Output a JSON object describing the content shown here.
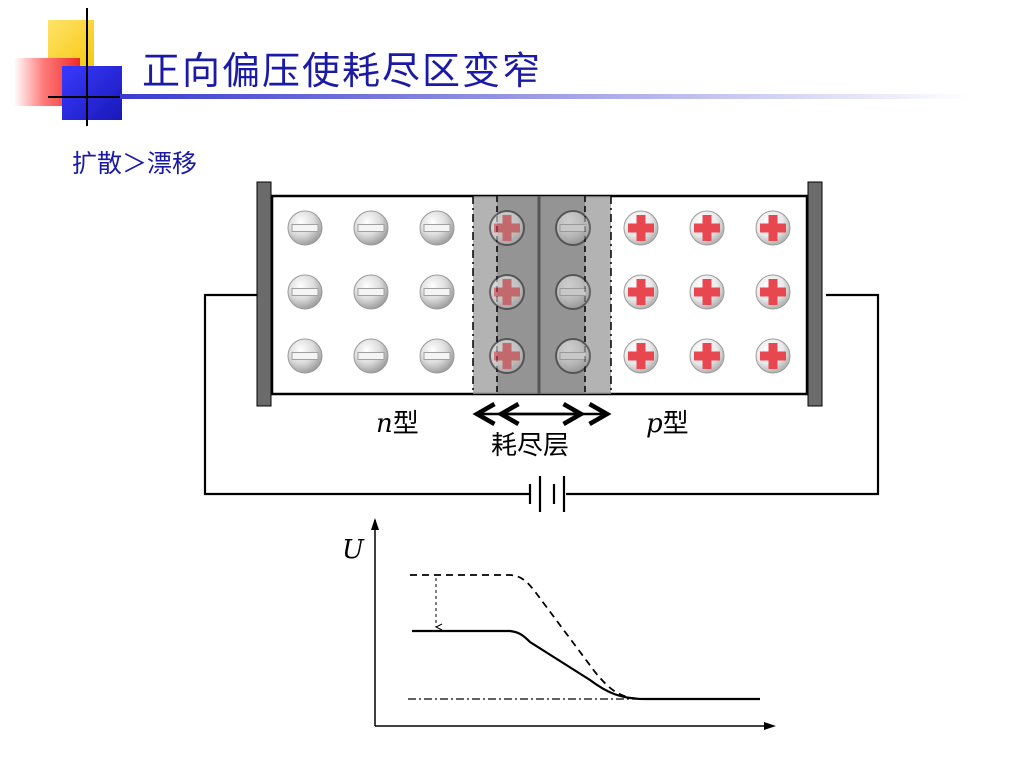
{
  "slide": {
    "title": "正向偏压使耗尽区变窄",
    "subtitle": "扩散＞漂移"
  },
  "diagram": {
    "n_region_label_italic": "n",
    "n_region_label_suffix": "型",
    "p_region_label_italic": "p",
    "p_region_label_suffix": "型",
    "depletion_label": "耗尽层",
    "n_region_ion": "minus-ion",
    "p_region_ion": "plus-ion",
    "colors": {
      "title": "#1a1aa6",
      "plus_ion": "#e8474f",
      "minus_ion": "#bdbdbd",
      "depletion_outer": "#9a9a9a",
      "depletion_inner": "#7a7a7a"
    }
  },
  "graph": {
    "ylabel": "U"
  }
}
